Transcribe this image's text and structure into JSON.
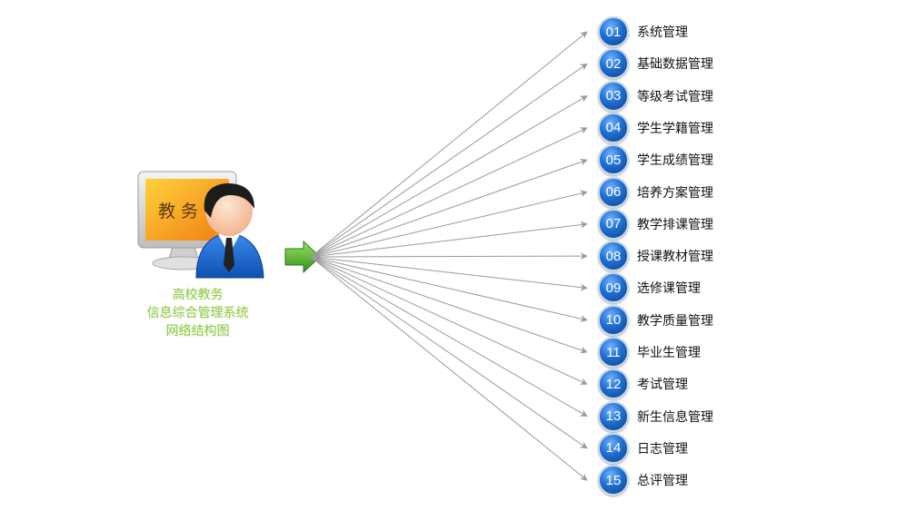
{
  "colors": {
    "arrow_line": "#9a9a9a",
    "badge": "#1f6fd1",
    "caption": "#8cc63e",
    "green_arrow": "#3aa82a",
    "monitor_screen": "#f5a21c"
  },
  "center": {
    "screen_text": "教 务",
    "caption_lines": [
      "高校教务",
      "信息综合管理系统",
      "网络结构图"
    ]
  },
  "modules": [
    {
      "num": "01",
      "label": "系统管理"
    },
    {
      "num": "02",
      "label": "基础数据管理"
    },
    {
      "num": "03",
      "label": "等级考试管理"
    },
    {
      "num": "04",
      "label": "学生学籍管理"
    },
    {
      "num": "05",
      "label": "学生成绩管理"
    },
    {
      "num": "06",
      "label": "培养方案管理"
    },
    {
      "num": "07",
      "label": "教学排课管理"
    },
    {
      "num": "08",
      "label": "授课教材管理"
    },
    {
      "num": "09",
      "label": "选修课管理"
    },
    {
      "num": "10",
      "label": "教学质量管理"
    },
    {
      "num": "11",
      "label": "毕业生管理"
    },
    {
      "num": "12",
      "label": "考试管理"
    },
    {
      "num": "13",
      "label": "新生信息管理"
    },
    {
      "num": "14",
      "label": "日志管理"
    },
    {
      "num": "15",
      "label": "总评管理"
    }
  ]
}
